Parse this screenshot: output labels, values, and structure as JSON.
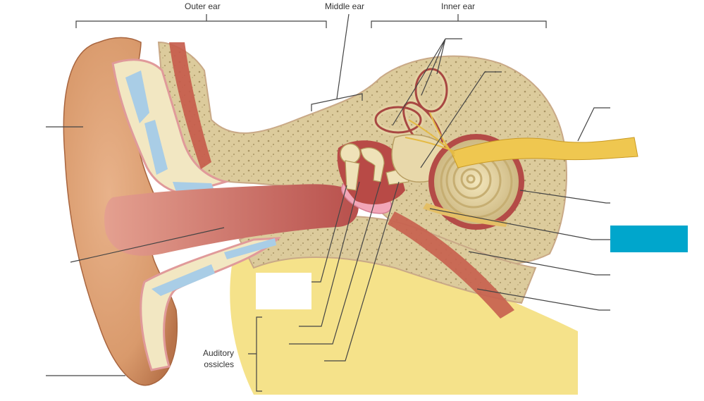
{
  "labels": {
    "outer_ear": "Outer ear",
    "middle_ear": "Middle ear",
    "inner_ear": "Inner ear",
    "auditory_ossicles_line1": "Auditory",
    "auditory_ossicles_line2": "ossicles"
  },
  "colors": {
    "highlight_box": "#00a6cc",
    "leader_line": "#444444",
    "skin": "#d99a6c",
    "bone": "#d8c89a",
    "canal": "#c96a68",
    "cartilage": "#a9cde6",
    "fat": "#f2dc6a",
    "nerve": "#e9c24a"
  }
}
